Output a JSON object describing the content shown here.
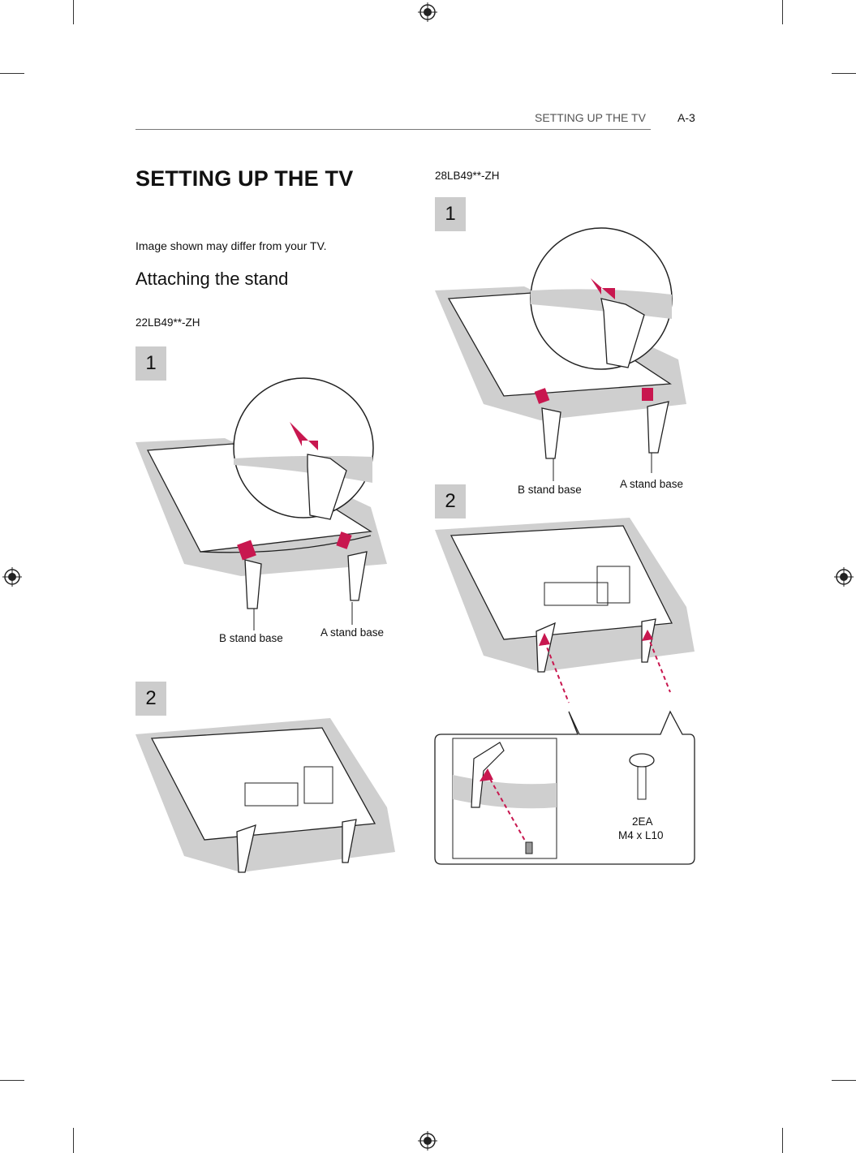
{
  "header": {
    "section": "SETTING UP THE TV",
    "page": "A-3"
  },
  "title": "SETTING UP THE TV",
  "note": "Image shown may differ from your TV.",
  "subtitle": "Attaching the stand",
  "left": {
    "model": "22LB49**-ZH",
    "steps": [
      {
        "number": "1",
        "labels": {
          "b": "B stand base",
          "a": "A stand base"
        }
      },
      {
        "number": "2"
      }
    ]
  },
  "right": {
    "model": "28LB49**-ZH",
    "steps": [
      {
        "number": "1",
        "labels": {
          "b": "B stand base",
          "a": "A stand base"
        }
      },
      {
        "number": "2",
        "screw": {
          "qty": "2EA",
          "size": "M4 x L10"
        }
      }
    ]
  },
  "colors": {
    "accent": "#c8174f",
    "shade": "#cfcfcf"
  }
}
